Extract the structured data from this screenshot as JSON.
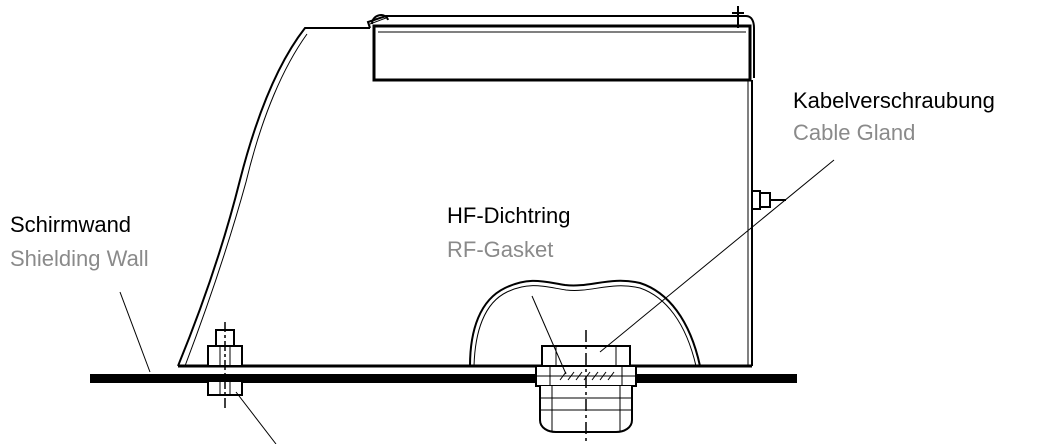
{
  "labels": {
    "shielding_wall": {
      "de": "Schirmwand",
      "en": "Shielding Wall"
    },
    "rf_gasket": {
      "de": "HF-Dichtring",
      "en": "RF-Gasket"
    },
    "cable_gland": {
      "de": "Kabelverschraubung",
      "en": "Cable Gland"
    }
  },
  "colors": {
    "line": "#000000",
    "label_primary": "#000000",
    "label_secondary": "#8a8a8a"
  }
}
